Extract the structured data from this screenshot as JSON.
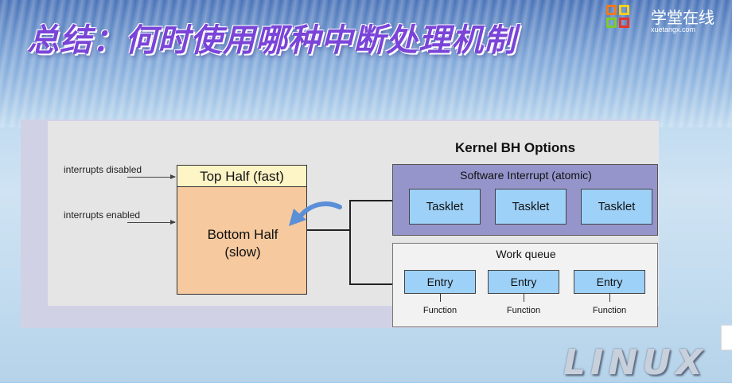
{
  "title": "总结：何时使用哪种中断处理机制",
  "logo": {
    "text": "学堂在线",
    "url": "xuetangx.com"
  },
  "diagram": {
    "kernel_title": "Kernel BH Options",
    "interrupts_disabled": "interrupts disabled",
    "interrupts_enabled": "interrupts enabled",
    "top_half": "Top Half (fast)",
    "bottom_half_line1": "Bottom Half",
    "bottom_half_line2": "(slow)",
    "software_interrupt": "Software Interrupt (atomic)",
    "tasklets": [
      "Tasklet",
      "Tasklet",
      "Tasklet"
    ],
    "work_queue": "Work queue",
    "entries": [
      "Entry",
      "Entry",
      "Entry"
    ],
    "functions": [
      "Function",
      "Function",
      "Function"
    ]
  },
  "watermark": "LINUX",
  "colors": {
    "title": "#7a44d8",
    "top_half": "#fdf5c6",
    "bottom_half": "#f6c99f",
    "software_interrupt_box": "#9595cc",
    "tasklet_entry": "#9ed1f8",
    "curved_arrow": "#5b8fd8"
  }
}
